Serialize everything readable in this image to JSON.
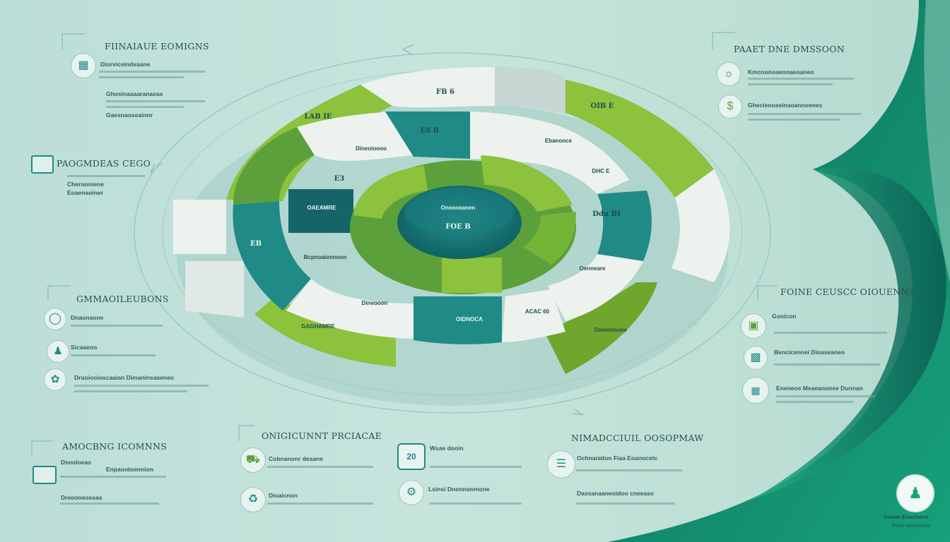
{
  "colors": {
    "lime": "#8cc23c",
    "teal": "#1f8a86",
    "deep_teal": "#0f6a66",
    "white_seg": "#eef2ef",
    "accent_green": "#14a47a"
  },
  "sections": {
    "top_left": {
      "title": "FIINAIAUE EOMIGNS",
      "items": [
        "Diorviceindsaane",
        "Ghosinaaaaranaeas",
        "Gaesnaoseainnr"
      ]
    },
    "mid_left": {
      "title": "PAOGMDEAS CEGO",
      "items": [
        "Cherooniene",
        "Eoaenaoiner"
      ]
    },
    "left_lower": {
      "title": "GMMAOILEUBONS",
      "items": [
        "Dnaonaone",
        "Sicaaeoo",
        "Druoiooioscaaian Dimaninsaseneo"
      ]
    },
    "bottom_left": {
      "title": "AMOCBNG ICOMNNS",
      "items": [
        "Dsnoloeas",
        "Enpaontoennion",
        "Dreooneossas"
      ]
    },
    "bottom_center": {
      "title": "ONIGICUNNT PRCIACAE",
      "items": [
        "Cobnanonr deaane",
        "Dioaicnon",
        "Wsae dooin",
        "Lsinsi Dnonnonmone"
      ]
    },
    "bottom_right": {
      "title": "NIMADCCIUIL OOSOPMAW",
      "items": [
        "Ochnanidon Fiaa Eoanocetc",
        "Dassanaaneoidoo cneeaso"
      ]
    },
    "top_right": {
      "title": "PAAET DNE DMSSOON",
      "items": [
        "Kmcoonoaeonaeoaneo",
        "Ghecienoeeinaoannoenes"
      ]
    },
    "right_lower": {
      "title": "FOINE CEUSCC OIOUENNS",
      "items": [
        "Gonicon",
        "Bencicennei Dioaseaneo",
        "Eneneoe Meaeanonee Dunnan"
      ]
    }
  },
  "diagram": {
    "outer_ring": {
      "labels": [
        "LAB IE",
        "FB 6",
        "OIB E",
        "Ebanonce",
        "GAGHAMRE"
      ]
    },
    "middle_ring": {
      "labels": [
        "E8 B",
        "Dinenioooo",
        "DHC E",
        "Bcpnoaionnosn",
        "E3",
        "OAEAMRE",
        "EB",
        "Dineooon",
        "Oenneare",
        "Ddu BI",
        "ACAC 60"
      ]
    },
    "inner_ring": {
      "labels": [
        "OIDNOCA",
        "Dnoeninone"
      ]
    },
    "center": {
      "title": "Oneoneanen",
      "subtitle": "FOE B"
    }
  },
  "footer": {
    "caption": "Oonoe Ecacfoone",
    "sub": "Foun onounmoo"
  }
}
